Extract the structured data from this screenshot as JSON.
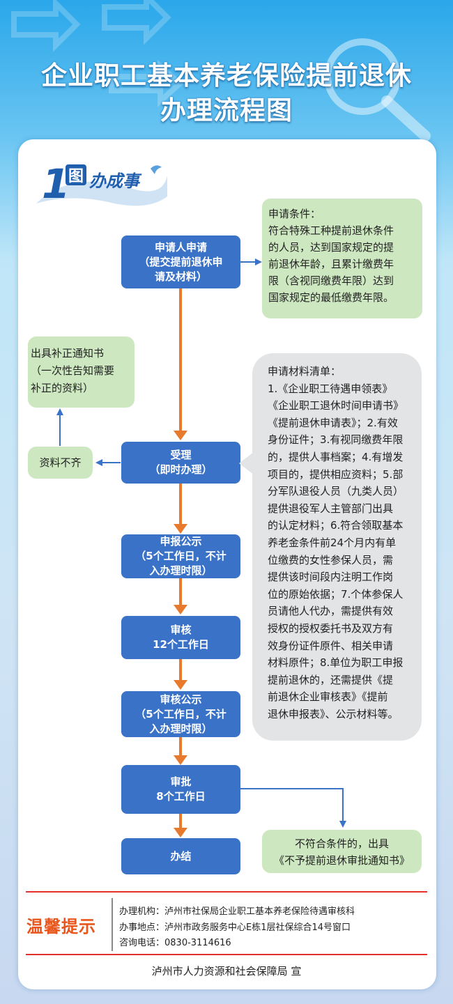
{
  "title": {
    "line1": "企业职工基本养老保险提前退休",
    "line2": "办理流程图"
  },
  "logo": {
    "number": "1",
    "word1": "图",
    "word2": "办成事"
  },
  "steps": [
    {
      "id": "apply",
      "lines": [
        "申请人申请",
        "（提交提前退休申",
        "请及材料）"
      ]
    },
    {
      "id": "accept",
      "lines": [
        "受理",
        "（即时办理）"
      ]
    },
    {
      "id": "report",
      "lines": [
        "申报公示",
        "（5个工作日，不计",
        "入办理时限）"
      ]
    },
    {
      "id": "review",
      "lines": [
        "审核",
        "12个工作日"
      ]
    },
    {
      "id": "review_publicity",
      "lines": [
        "审核公示",
        "（5个工作日，不计",
        "入办理时限）"
      ]
    },
    {
      "id": "approve",
      "lines": [
        "审批",
        "8个工作日"
      ]
    },
    {
      "id": "finish",
      "lines": [
        "办结"
      ]
    }
  ],
  "conditions": {
    "lines": [
      "申请条件：",
      "符合特殊工种提前退休条件",
      "的人员，达到国家规定的提",
      "前退休年龄，且累计缴费年",
      "限（含视同缴费年限）达到",
      "国家规定的最低缴费年限。"
    ]
  },
  "correction": {
    "lines": [
      "出具补正通知书",
      "（一次性告知需要",
      "补正的资料）"
    ]
  },
  "incomplete": {
    "label": "资料不齐"
  },
  "materials": {
    "lines": [
      "申请材料清单：",
      "1.《企业职工待遇申领表》",
      "《企业职工退休时间申请书》",
      "《提前退休申请表》；2.有效",
      "身份证件；3.有视同缴费年限",
      "的，提供人事档案；4.有增发",
      "项目的，提供相应资料；5.部",
      "分军队退役人员（九类人员）",
      "提供退役军人主管部门出具",
      "的认定材料；6.符合领取基本",
      "养老金条件前24个月内有单",
      "位缴费的女性参保人员，需",
      "提供该时间段内注明工作岗",
      "位的原始依据；7.个体参保人",
      "员请他人代办，需提供有效",
      "授权的授权委托书及双方有",
      "效身份证件原件、相关申请",
      "材料原件；8.单位为职工申报",
      "提前退休的，还需提供《提",
      "前退休企业审核表》《提前",
      "退休申报表》、公示材料等。"
    ]
  },
  "rejection": {
    "lines": [
      "不符合条件的，出具",
      "《不予提前退休审批通知书》"
    ]
  },
  "tips": {
    "title": "温馨提示",
    "agency": "办理机构：泸州市社保局企业职工基本养老保险待遇审核科",
    "location": "办事地点：泸州市政务服务中心E栋1层社保综合14号窗口",
    "phone": "咨询电话：0830-3114616"
  },
  "footer": "泸州市人力资源和社会保障局  宣",
  "colors": {
    "step_box": "#3a72c8",
    "arrow_orange": "#e87a2e",
    "connector_blue": "#3a72c8",
    "note_green": "#cde8c0",
    "note_gray": "#e3e4e5",
    "tips_red": "#e2302c",
    "tips_title": "#e8561c"
  }
}
